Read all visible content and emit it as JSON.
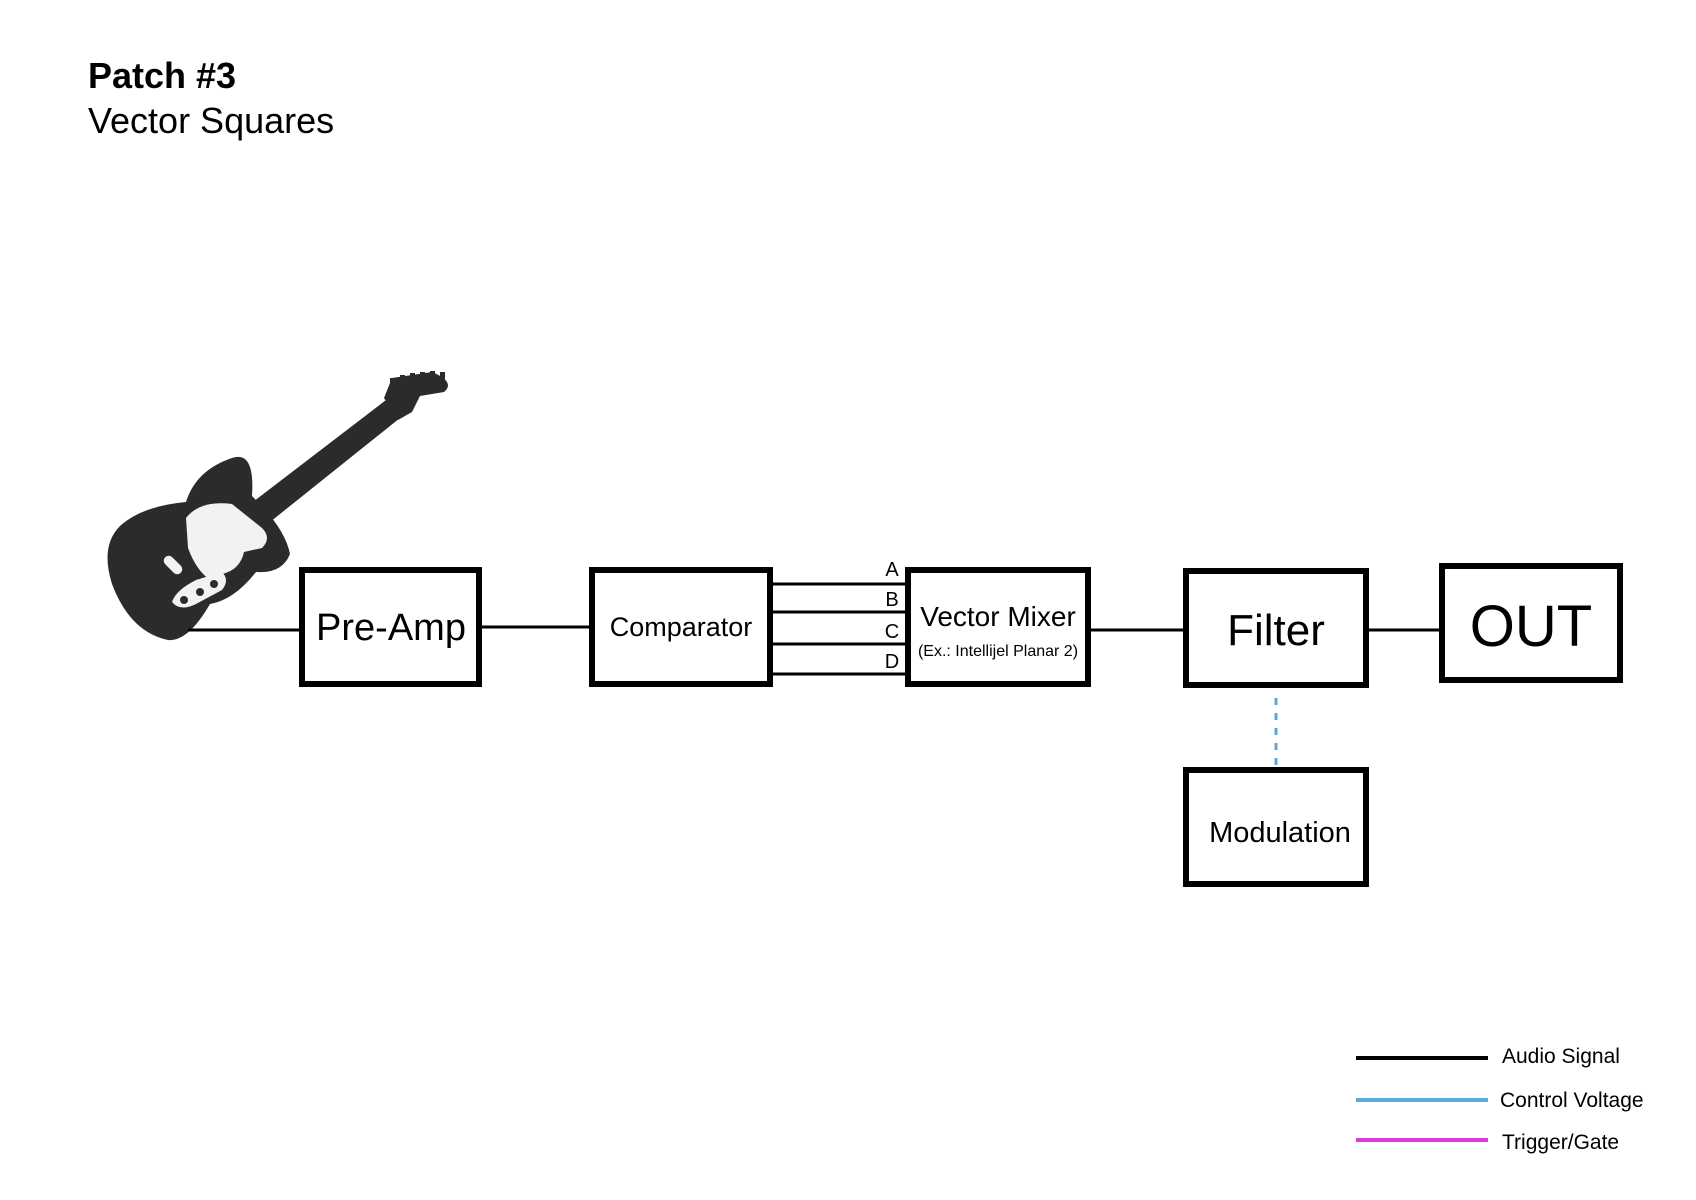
{
  "header": {
    "title": "Patch #3",
    "subtitle": "Vector Squares"
  },
  "modules": {
    "preamp": "Pre-Amp",
    "comparator": "Comparator",
    "vector_mixer": "Vector Mixer",
    "vector_mixer_note": "(Ex.: Intellijel Planar 2)",
    "filter": "Filter",
    "out": "OUT",
    "modulation": "Modulation"
  },
  "channels": [
    "A",
    "B",
    "C",
    "D"
  ],
  "legend": [
    {
      "label": "Audio Signal",
      "color": "#000000"
    },
    {
      "label": "Control Voltage",
      "color": "#5aa9dc"
    },
    {
      "label": "Trigger/Gate",
      "color": "#e03adf"
    }
  ],
  "icons": {
    "source": "electric-guitar-icon"
  }
}
